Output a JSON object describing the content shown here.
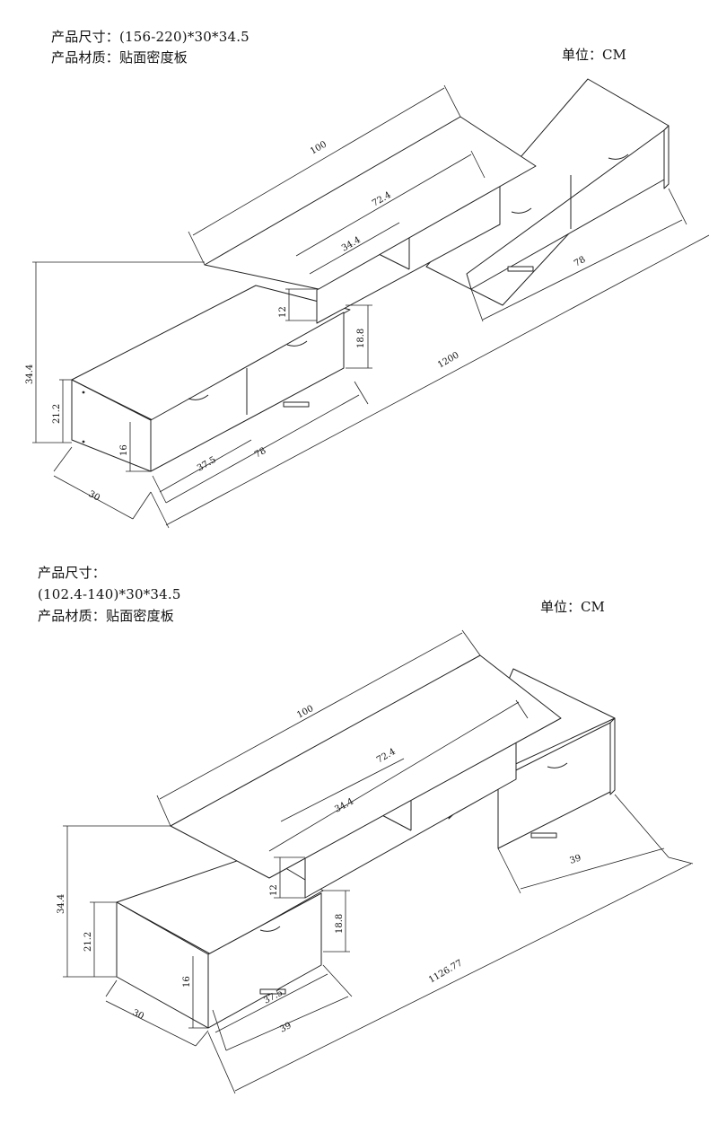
{
  "colors": {
    "line": "#222222",
    "panel_fill": "#ffffff",
    "background": "#ffffff"
  },
  "top": {
    "size_line": "产品尺寸：(156-220)*30*34.5",
    "material_line": "产品材质：贴面密度板",
    "unit": "单位：CM",
    "dims": {
      "top_width": "100",
      "mid_shelf": "72.4",
      "small_shelf": "34.4",
      "right_cabinet": "78",
      "gap_height": "12",
      "riser_height": "18.8",
      "total_length": "1200",
      "total_height": "34.4",
      "cabinet_height": "21.2",
      "leg_height": "16",
      "drawer_width": "37.5",
      "left_cabinet": "78",
      "depth": "30"
    }
  },
  "bottom": {
    "size_label": "产品尺寸：",
    "size_value": "(102.4-140)*30*34.5",
    "material_line": "产品材质：贴面密度板",
    "unit": "单位：CM",
    "dims": {
      "top_width": "100",
      "mid_shelf": "72.4",
      "small_shelf": "34.4",
      "right_cabinet": "39",
      "gap_height": "12",
      "riser_height": "18.8",
      "total_length": "1126.77",
      "total_height": "34.4",
      "cabinet_height": "21.2",
      "leg_height": "16",
      "drawer_width": "37.5",
      "left_cabinet": "39",
      "depth": "30"
    }
  }
}
